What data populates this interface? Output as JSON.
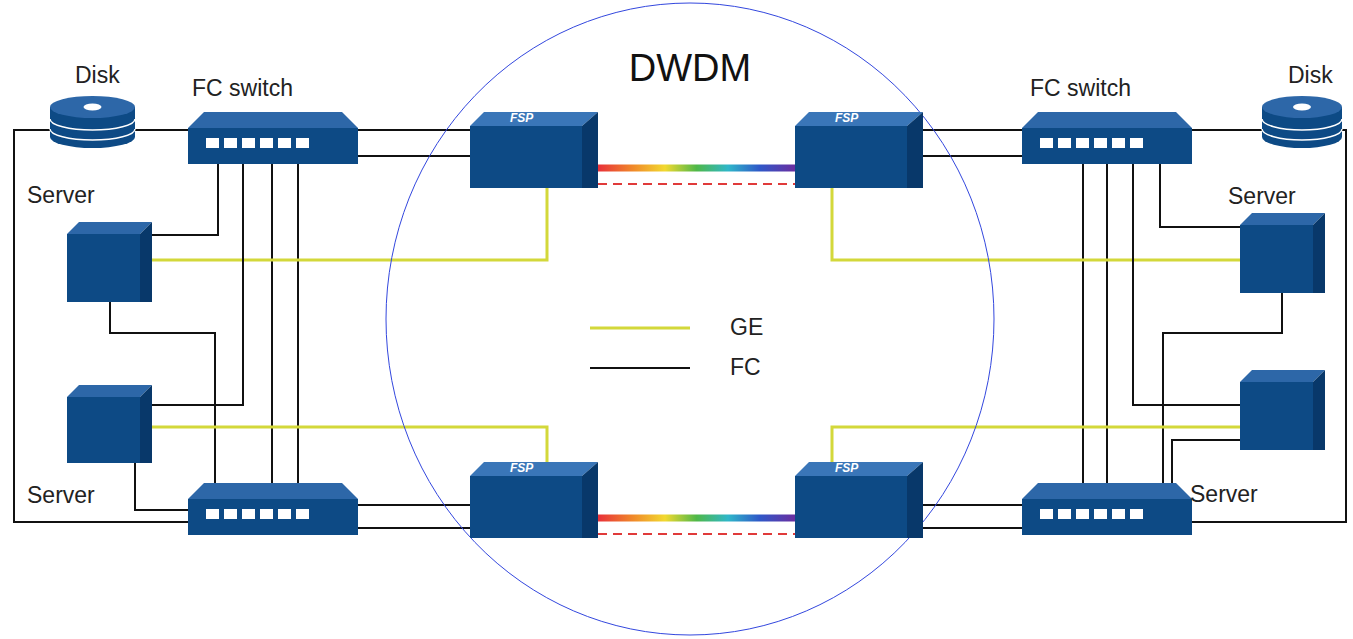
{
  "diagram": {
    "nodes": [
      {
        "text": [
          "Disk"
        ]
      },
      {
        "text": [
          "FC switch"
        ]
      },
      {
        "text": [
          "DWDM"
        ]
      },
      {
        "text": [
          "FSP"
        ],
        "in": 2
      },
      {
        "text": [
          "FSP"
        ],
        "in": 2
      },
      {
        "text": [
          "FC switch"
        ]
      },
      {
        "text": [
          "Disk"
        ]
      },
      {
        "text": [
          "Server"
        ]
      },
      {
        "text": [
          "Server"
        ]
      },
      {
        "text": [
          "FSP"
        ],
        "in": 2
      },
      {
        "text": [
          "FSP"
        ],
        "in": 2
      },
      {
        "text": [
          "Server"
        ]
      },
      {
        "text": [
          "Server"
        ]
      }
    ],
    "edges": [
      {
        "from": 0,
        "to": 1,
        "arrow": "none"
      },
      {
        "from": 1,
        "to": 3,
        "arrow": "none"
      },
      {
        "from": 1,
        "to": 3,
        "arrow": "none"
      },
      {
        "from": 3,
        "to": 4,
        "arrow": "none"
      },
      {
        "from": 3,
        "to": 4,
        "arrow": "none"
      },
      {
        "from": 4,
        "to": 5,
        "arrow": "none"
      },
      {
        "from": 4,
        "to": 5,
        "arrow": "none"
      },
      {
        "from": 5,
        "to": 6,
        "arrow": "none"
      },
      {
        "from": 7,
        "to": 3,
        "arrow": "none"
      },
      {
        "from": 7,
        "to": 1,
        "arrow": "none"
      },
      {
        "from": 4,
        "to": 8,
        "arrow": "none"
      },
      {
        "from": 5,
        "to": 8,
        "arrow": "none"
      },
      {
        "from": 9,
        "to": 10,
        "arrow": "none"
      },
      {
        "from": 9,
        "to": 10,
        "arrow": "none"
      },
      {
        "from": 11,
        "to": 9,
        "arrow": "none"
      },
      {
        "from": 11,
        "to": 1,
        "arrow": "none"
      },
      {
        "from": 10,
        "to": 12,
        "arrow": "none"
      },
      {
        "from": 5,
        "to": 12,
        "arrow": "none"
      }
    ],
    "legend": [
      {
        "text": "GE"
      },
      {
        "text": "FC"
      }
    ]
  }
}
